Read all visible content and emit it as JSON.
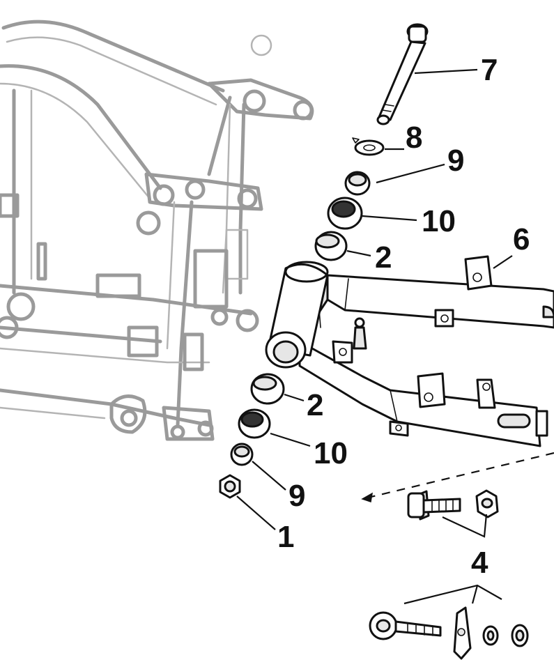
{
  "callouts": {
    "c1": "1",
    "c2a": "2",
    "c2b": "2",
    "c4": "4",
    "c6": "6",
    "c7": "7",
    "c8": "8",
    "c9a": "9",
    "c9b": "9",
    "c10a": "10",
    "c10b": "10"
  },
  "colors": {
    "ink": "#111111",
    "ghost_frame": "#9a9a9a",
    "background": "#ffffff"
  }
}
